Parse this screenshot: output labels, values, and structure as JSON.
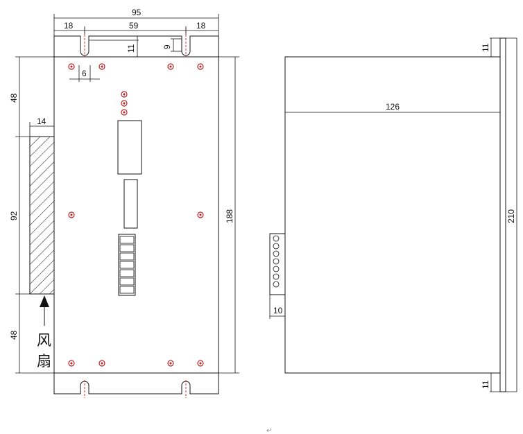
{
  "front_view": {
    "dim_width_total": "95",
    "dim_left_offset": "18",
    "dim_slot_spacing": "59",
    "dim_right_offset": "18",
    "dim_slot_depth": "11",
    "dim_slot_width": "9",
    "dim_hole_edge": "6",
    "dim_fan_width": "14",
    "dim_top_margin": "48",
    "dim_fan_height": "92",
    "dim_bottom_margin": "48",
    "dim_body_height": "188",
    "fan_label_line1": "风",
    "fan_label_line2": "扇"
  },
  "side_view": {
    "dim_top_flange": "11",
    "dim_depth": "126",
    "dim_total_height": "210",
    "dim_terminal_width": "10",
    "dim_bottom_flange": "11"
  },
  "footer_mark": "↵"
}
